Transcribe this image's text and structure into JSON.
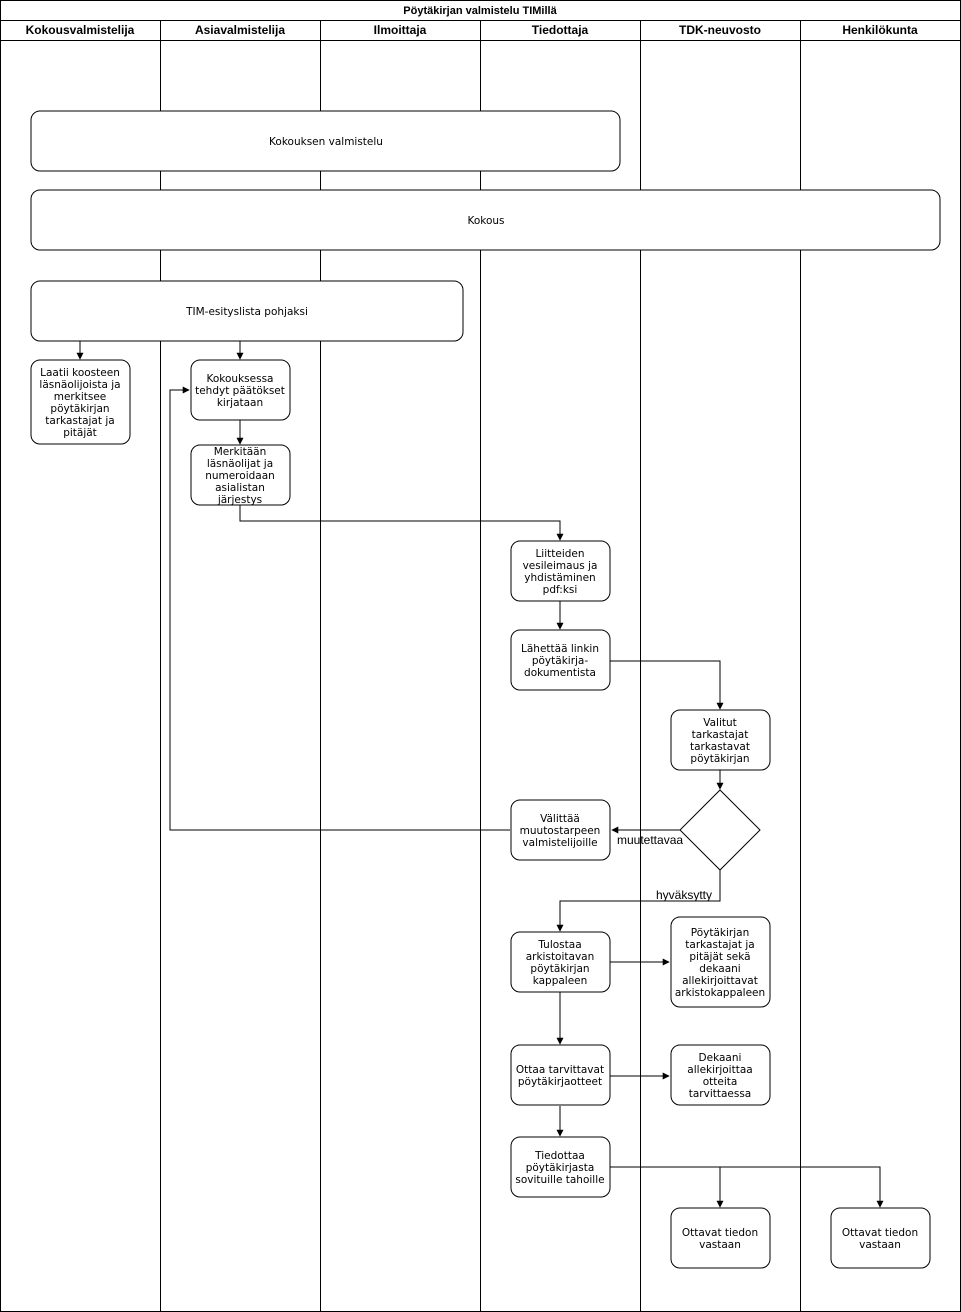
{
  "title": "Pöytäkirjan valmistelu TIMillä",
  "lanes": [
    {
      "id": "kokousvalmistelija",
      "label": "Kokousvalmistelija"
    },
    {
      "id": "asiavalmistelija",
      "label": "Asiavalmistelija"
    },
    {
      "id": "ilmoittaja",
      "label": "Ilmoittaja"
    },
    {
      "id": "tiedottaja",
      "label": "Tiedottaja"
    },
    {
      "id": "tdk-neuvosto",
      "label": "TDK-neuvosto"
    },
    {
      "id": "henkilokunta",
      "label": "Henkilökunta"
    }
  ],
  "nodes": {
    "kokouksen_valmistelu": {
      "label": [
        "Kokouksen valmistelu"
      ]
    },
    "kokous": {
      "label": [
        "Kokous"
      ]
    },
    "tim_esityslista": {
      "label": [
        "TIM-esityslista pohjaksi"
      ]
    },
    "laatii_koosteen": {
      "label": [
        "Laatii koosteen",
        "läsnäolijoista ja",
        "merkitsee",
        "pöytäkirjan",
        "tarkastajat ja",
        "pitäjät"
      ]
    },
    "paatokset_kirjataan": {
      "label": [
        "Kokouksessa",
        "tehdyt päätökset",
        "kirjataan"
      ]
    },
    "merkitaan_lasnaolijat": {
      "label": [
        "Merkitään",
        "läsnäolijat ja",
        "numeroidaan",
        "asialistan",
        "järjestys"
      ]
    },
    "liitteiden_vesileimaus": {
      "label": [
        "Liitteiden",
        "vesileimaus ja",
        "yhdistäminen",
        "pdf:ksi"
      ]
    },
    "lahettaa_linkin": {
      "label": [
        "Lähettää linkin",
        "pöytäkirja-",
        "dokumentista"
      ]
    },
    "valitut_tarkastajat": {
      "label": [
        "Valitut",
        "tarkastajat",
        "tarkastavat",
        "pöytäkirjan"
      ]
    },
    "valittaa_muutostarpeen": {
      "label": [
        "Välittää",
        "muutostarpeen",
        "valmistelijoille"
      ]
    },
    "tulostaa_arkistoitavan": {
      "label": [
        "Tulostaa",
        "arkistoitavan",
        "pöytäkirjan",
        "kappaleen"
      ]
    },
    "allekirjoittavat_arkistokappaleen": {
      "label": [
        "Pöytäkirjan",
        "tarkastajat ja",
        "pitäjät sekä",
        "dekaani",
        "allekirjoittavat",
        "arkistokappaleen"
      ]
    },
    "ottaa_otteet": {
      "label": [
        "Ottaa tarvittavat",
        "pöytäkirjaotteet"
      ]
    },
    "dekaani_allekirjoittaa": {
      "label": [
        "Dekaani",
        "allekirjoittaa",
        "otteita",
        "tarvittaessa"
      ]
    },
    "tiedottaa": {
      "label": [
        "Tiedottaa",
        "pöytäkirjasta",
        "sovituille tahoille"
      ]
    },
    "ottavat_tiedon_tdk": {
      "label": [
        "Ottavat tiedon",
        "vastaan"
      ]
    },
    "ottavat_tiedon_henk": {
      "label": [
        "Ottavat tiedon",
        "vastaan"
      ]
    }
  },
  "edge_labels": {
    "muutettavaa": "muutettavaa",
    "hyvaksytty": "hyväksytty"
  }
}
